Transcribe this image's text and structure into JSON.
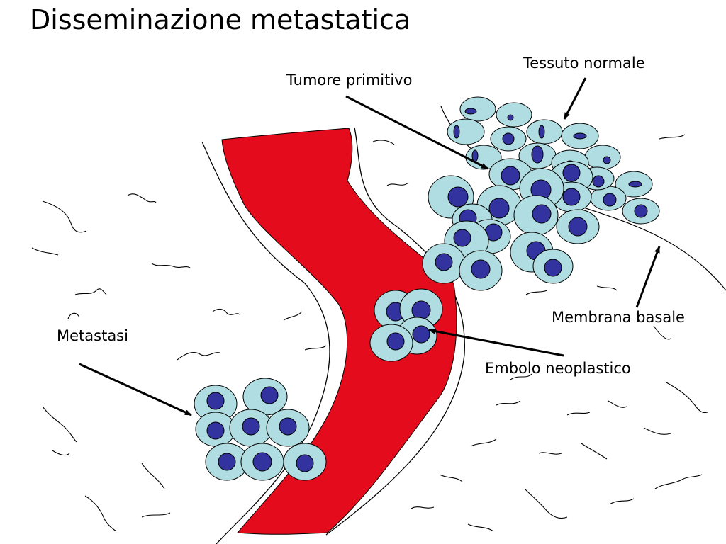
{
  "title": "Disseminazione metastatica",
  "labels": {
    "tessuto_normale": "Tessuto normale",
    "tumore_primitivo": "Tumore primitivo",
    "membrana_basale": "Membrana basale",
    "embolo_neoplastico": "Embolo neoplastico",
    "metastasi": "Metastasi"
  },
  "colors": {
    "vessel": "#E30B1C",
    "cell_fill": "#B0DDE1",
    "nucleus": "#3333A0",
    "stroke": "#000000"
  }
}
